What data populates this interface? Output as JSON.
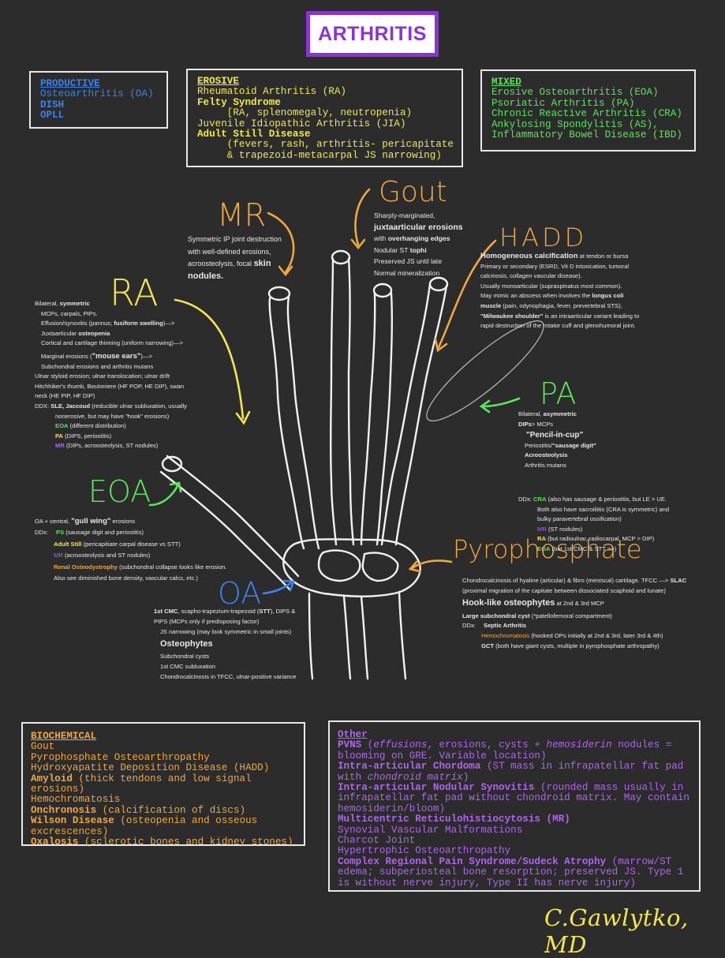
{
  "title": "ARTHRITIS",
  "colors": {
    "productive": "#3b82f0",
    "erosive": "#f3e64f",
    "mixed": "#58e65a",
    "biochemical": "#f0a83c",
    "other": "#b064f0",
    "title_border": "#8a33d6"
  },
  "productive": {
    "heading": "PRODUCTIVE",
    "items": [
      "Osteoarthritis (OA)",
      "DISH",
      "OPLL"
    ]
  },
  "erosive": {
    "heading": "EROSIVE",
    "lines": [
      "Rheumatoid Arthritis (RA)",
      "Felty Syndrome",
      "     [RA, splenomegaly, neutropenia)",
      "Juvenile Idiopathic Arthritis (JIA)",
      "Adult Still Disease",
      "     (fevers, rash, arthritis- pericapitate",
      "     & trapezoid-metacarpal JS narrowing)"
    ]
  },
  "mixed": {
    "heading": "MIXED",
    "items": [
      "Erosive Osteoarthritis (EOA)",
      "Psoriatic Arthritis (PA)",
      "Chronic Reactive Arthritis (CRA)",
      "Ankylosing Spondylitis (AS),",
      "Inflammatory Bowel Disease (IBD)"
    ]
  },
  "hand": {
    "mr": {
      "label": "MR",
      "lines": [
        "Symmetric IP joint destruction",
        "with well-defined erosions,",
        "acroosteolysis, focal",
        "skin",
        "nodules."
      ]
    },
    "gout": {
      "label": "Gout",
      "lines": [
        "Sharply-marginated,",
        "juxtaarticular erosions",
        "with",
        "overhanging edges",
        "Nodular ST",
        "tophi",
        "Preserved JS until late",
        "Normal mineralization"
      ]
    },
    "hadd": {
      "label": "HADD",
      "lines": [
        "Homogeneous calcification",
        "at tendon or bursa",
        "Primary or secondary (ESRD, Vit D intoxication, tumoral",
        "calcinosis, collagen vascular disease).",
        "Usually monoarticular (supraspinatus most common).",
        "May mimic an abscess when involves the",
        "longus coli",
        "muscle",
        "(pain, odynophagia, fever, prevertebral STS).",
        "\"Milwaukee shoulder\"",
        "is an intraarticular variant leading to",
        "rapid destruction of the rotator cuff and glenohumoral joint."
      ]
    },
    "ra": {
      "label": "RA",
      "lines": [
        "Bilateral,",
        "symmetric",
        "MCPs, carpals, PIPs.",
        "Effusion/synovitis (pannus;",
        "fusiform swelling",
        ")—>",
        "Juxtaarticular",
        "osteopenia",
        "Cortical and cartilage thinning (uniform narrowing)—>",
        "Marginal erosions (",
        "\"mouse ears\"",
        ")—>",
        "Subchondral erosions and arthritis mutans",
        "Ulnar styloid erosion; ulnar translocation; ulnar drift",
        "Hitchhiker's thumb, Boutoniere (HF POP, HE DIP), swan",
        "neck (HE PIP, HF DIP)",
        "DDX:",
        "SLE, Jaccoud",
        "(reducible ulnar subluxation, usually",
        "nonerosive, but may have \"hook\" erosions)",
        "EOA",
        "(different distribution)",
        "PA",
        "(DIPS, periostitis)",
        "MR",
        "(DIPs, acroosteolysis, ST nodules)"
      ]
    },
    "pa": {
      "label": "PA",
      "lines": [
        "Bilateral,",
        "asymmetric",
        "DIPs",
        "> MCPs",
        "\"Pencil-in-cup\"",
        "Periostitis/",
        "\"sausage digit\"",
        "Acroosteolysis",
        "Arthritis mutans",
        "DDx:",
        "CRA",
        "(also has sausage & periostitis, but LE > UE.",
        "Both also have sacroiliitis (CRA is symmetric) and",
        "bulky paravertebral ossification)",
        "MR",
        "(ST nodules)",
        "RA",
        "(but radioulnar, radiocarpal, MCP > DIP)",
        "EOA",
        "(but 1st CMC & STT >>)"
      ]
    },
    "eoa": {
      "label": "EOA",
      "lines": [
        "OA + central,",
        "\"gull wing\"",
        "erosions",
        "DDx:",
        "PS",
        "(sausage digit and periostitis)",
        "Adult Still",
        "(pericapitiate carpal disease vs STT)",
        "MR",
        "(acroosteolysis and ST nodules)",
        "Renal Osteodystrophy",
        "(subchondral collapse looks like erosion.",
        "Also see diminished bone density, vascular calcs, etc.)"
      ]
    },
    "pyro": {
      "label": "Pyrophosphate",
      "lines": [
        "Chondrocalcinosis of hyaline (articular) & fibro (meniscal) cartilage. TFCC —>",
        "SLAC",
        "(proximal migration of the capitate between dissociated scaphoid and lunate)",
        "Hook-like osteophytes",
        "at 2nd & 3rd MCP",
        "Large subchondral cyst",
        "(*patellofemoral compartment)",
        "DDx:",
        "Septic Arthritis",
        "Hemochromatosis",
        "(hooked OPs initially at 2nd & 3rd, later 3rd & 4th)",
        "GCT",
        "(both have giant cysts, multiple in  pyrophosphate arthropathy)"
      ]
    },
    "oa": {
      "label": "OA",
      "lines": [
        "1st CMC",
        ", scapho-trapezium-trapezoid (",
        "STT",
        "), DIPS &",
        "PIPS (MCPs only if predisposing factor)",
        "JS narrowing (may look symmetric in small joints)",
        "Osteophytes",
        "Subchondral cysts",
        "1st CMC subluxation",
        "Chondrocalcinosis in TFCC, ulnar-positive variance"
      ]
    }
  },
  "biochemical": {
    "heading": "BIOCHEMICAL",
    "lines": [
      "Gout",
      "Pyrophosphate Osteoarthropathy",
      "Hydroxyapatite Deposition Disease (HADD)",
      "Amyloid",
      " (thick tendons and low signal",
      "erosions)",
      "Hemochromatosis",
      "Onchronosis",
      " (calcification of discs)",
      "Wilson Disease",
      " (osteopenia and osseous",
      "excrescences)",
      "Oxalosis",
      " (sclerotic bones and kidney stones)"
    ]
  },
  "other": {
    "heading": "Other",
    "lines": [
      "PVNS",
      " (",
      "effusions",
      ", erosions, cysts + ",
      "hemosiderin",
      " nodules =",
      "blooming on GRE. Variable location)",
      "Intra-articular Chordoma",
      " (ST mass in infrapatellar fat pad",
      "with ",
      "chondroid matrix",
      ")",
      "Intra-articular Nodular Synovitis",
      " (rounded mass usually in",
      "infrapatellar fat pad without chondroid matrix. May contain",
      "hemosiderin/bloom)",
      "Multicentric Reticulohistiocytosis (MR)",
      "Synovial Vascular Malformations",
      "Charcot Joint",
      "Hypertrophic Osteoarthropathy",
      "Complex Regional Pain Syndrome/Sudeck Atrophy",
      " (marrow/ST",
      "edema; subperiosteal bone resorption; preserved JS. Type 1",
      "is without nerve injury, Type II has nerve injury)"
    ]
  },
  "signature": "C.Gawlytko, MD"
}
